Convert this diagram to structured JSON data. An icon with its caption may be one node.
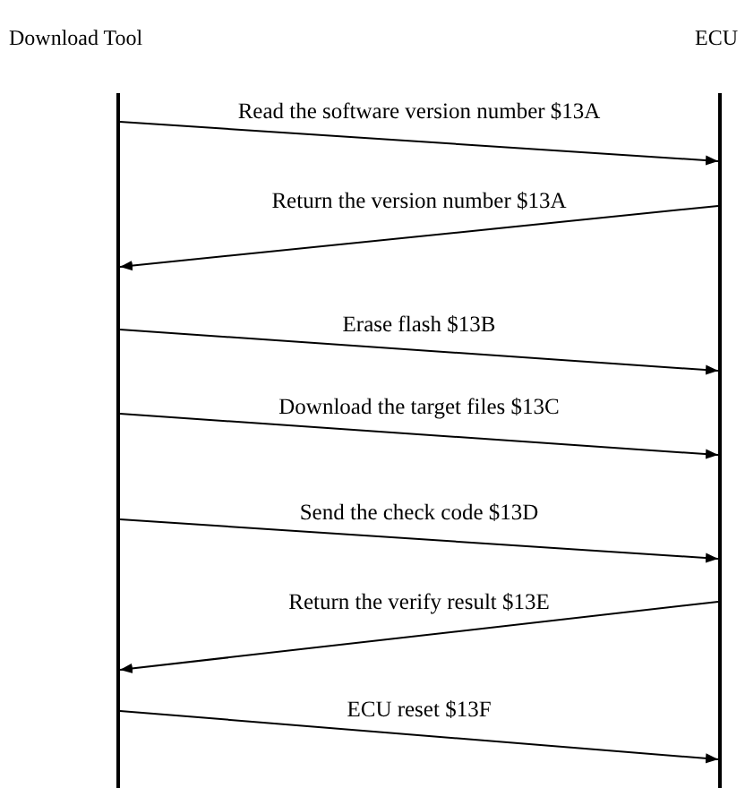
{
  "diagram": {
    "nodes": [
      {
        "text": [
          "Download Tool"
        ]
      },
      {
        "text": [
          "ECU"
        ]
      }
    ],
    "edges": [
      {
        "from": 0,
        "to": 1,
        "arrow": "to",
        "label": "Read the software version number $13A"
      },
      {
        "from": 1,
        "to": 0,
        "arrow": "to",
        "label": "Return the version number $13A"
      },
      {
        "from": 0,
        "to": 1,
        "arrow": "to",
        "label": "Erase flash $13B"
      },
      {
        "from": 0,
        "to": 1,
        "arrow": "to",
        "label": "Download the target files $13C"
      },
      {
        "from": 0,
        "to": 1,
        "arrow": "to",
        "label": "Send the check code $13D"
      },
      {
        "from": 1,
        "to": 0,
        "arrow": "to",
        "label": "Return the verify result $13E"
      },
      {
        "from": 0,
        "to": 1,
        "arrow": "to",
        "label": "ECU reset $13F"
      }
    ]
  }
}
